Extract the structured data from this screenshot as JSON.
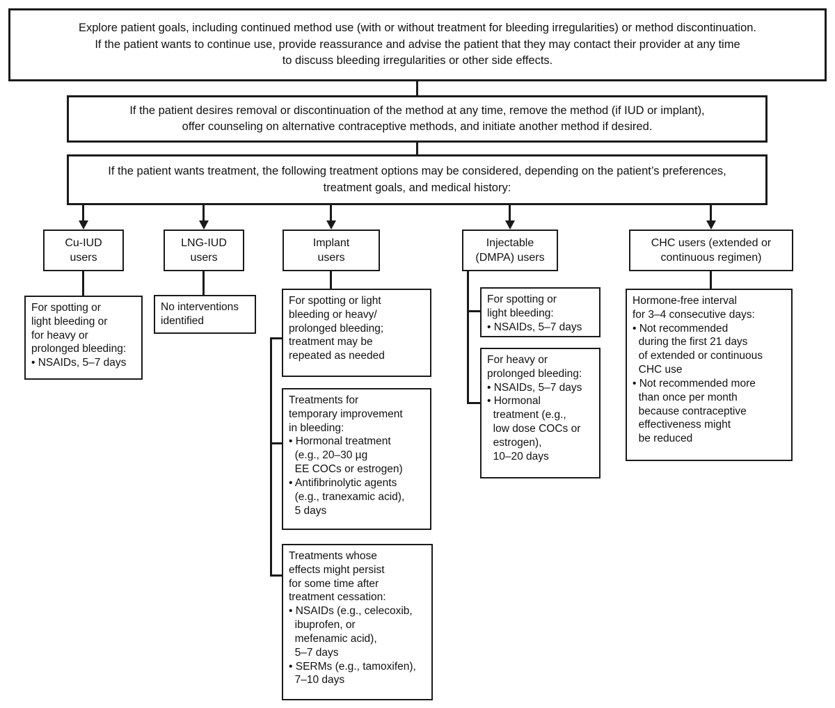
{
  "flow": {
    "top_boxes": [
      {
        "id": "explore-goals",
        "text": "Explore patient goals, including continued method use (with or without treatment for bleeding irregularities) or method discontinuation.\nIf the patient wants to continue use, provide reassurance and advise the patient that they may contact their provider at any time\nto discuss bleeding irregularities or other side effects."
      },
      {
        "id": "removal-discontinuation",
        "text": "If the patient desires removal or discontinuation of the method at any time, remove the method (if IUD or implant),\noffer counseling on alternative contraceptive methods, and initiate another method if desired."
      },
      {
        "id": "treatment-options",
        "text": "If the patient wants treatment, the following treatment options may be considered, depending on the patient’s preferences,\ntreatment goals, and medical history:"
      }
    ],
    "columns": [
      {
        "header": "Cu-IUD\nusers",
        "boxes": [
          "For spotting or\nlight bleeding or\nfor heavy or\nprolonged bleeding:\n• NSAIDs, 5–7 days"
        ]
      },
      {
        "header": "LNG-IUD\nusers",
        "boxes": [
          "No interventions\nidentified"
        ]
      },
      {
        "header": "Implant\nusers",
        "boxes": [
          "For spotting or light\nbleeding or heavy/\nprolonged bleeding;\ntreatment may be\nrepeated as needed",
          "Treatments for\ntemporary improvement\nin bleeding:\n• Hormonal treatment\n  (e.g., 20–30 µg\n  EE COCs or estrogen)\n• Antifibrinolytic agents\n  (e.g., tranexamic acid),\n  5 days",
          "Treatments whose\neffects might persist\nfor some time after\ntreatment cessation:\n• NSAIDs (e.g., celecoxib,\n  ibuprofen, or\n  mefenamic acid),\n  5–7 days\n• SERMs (e.g., tamoxifen),\n  7–10 days"
        ]
      },
      {
        "header": "Injectable\n(DMPA) users",
        "boxes": [
          "For spotting or\nlight bleeding:\n• NSAIDs, 5–7 days",
          "For heavy or\nprolonged bleeding:\n• NSAIDs, 5–7 days\n• Hormonal\n  treatment (e.g.,\n  low dose COCs or\n  estrogen),\n  10–20 days"
        ]
      },
      {
        "header": "CHC users (extended or\ncontinuous regimen)",
        "boxes": [
          "Hormone-free interval\nfor 3–4 consecutive days:\n• Not recommended\n  during the first 21 days\n  of extended or continuous\n  CHC use\n• Not recommended more\n  than once per month\n  because contraceptive\n  effectiveness might\n  be reduced"
        ]
      }
    ],
    "line_color": "#1a1a1a"
  }
}
